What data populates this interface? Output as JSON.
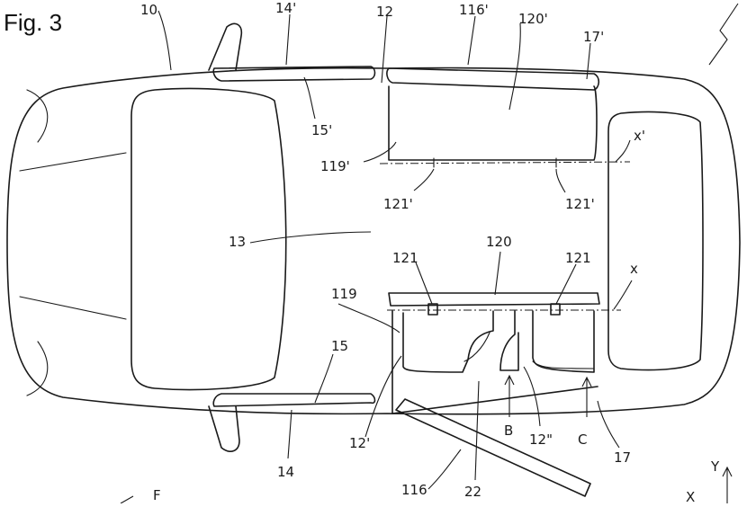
{
  "figure": {
    "title": "Fig. 3",
    "labels": {
      "l10": "10",
      "l14p": "14'",
      "l12": "12",
      "l116p": "116'",
      "l120p": "120'",
      "l17p": "17'",
      "l15p": "15'",
      "lxp": "x'",
      "l119p": "119'",
      "l121p_a": "121'",
      "l121p_b": "121'",
      "l13": "13",
      "l120": "120",
      "l121_a": "121",
      "l121_b": "121",
      "lx": "x",
      "l119": "119",
      "l15": "15",
      "l12p": "12'",
      "l12pp": "12\"",
      "lB": "B",
      "lC": "C",
      "l17": "17",
      "l14": "14",
      "l116": "116",
      "l22": "22",
      "lF": "F",
      "lY": "Y",
      "lX": "X"
    }
  }
}
